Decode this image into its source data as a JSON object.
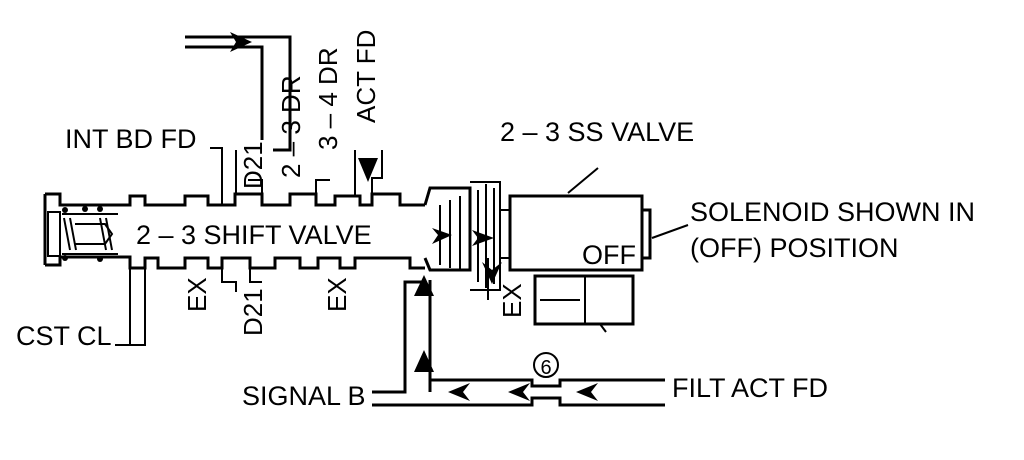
{
  "labels": {
    "int_bd_fd": "INT BD FD",
    "d21_top": "D21",
    "dr_2_3": "2 – 3 DR",
    "dr_3_4": "3 – 4 DR",
    "act_fd": "ACT FD",
    "ss_valve": "2 – 3 SS VALVE",
    "solenoid_line1": "SOLENOID SHOWN IN",
    "solenoid_line2": "(OFF) POSITION",
    "off": "OFF",
    "shift_valve": "2 – 3 SHIFT VALVE",
    "ex_left": "EX",
    "d21_bottom": "D21",
    "ex_mid": "EX",
    "ex_right": "EX",
    "cst_cl": "CST CL",
    "signal_b": "SIGNAL B",
    "orifice": "6",
    "filt_act_fd": "FILT ACT FD"
  }
}
